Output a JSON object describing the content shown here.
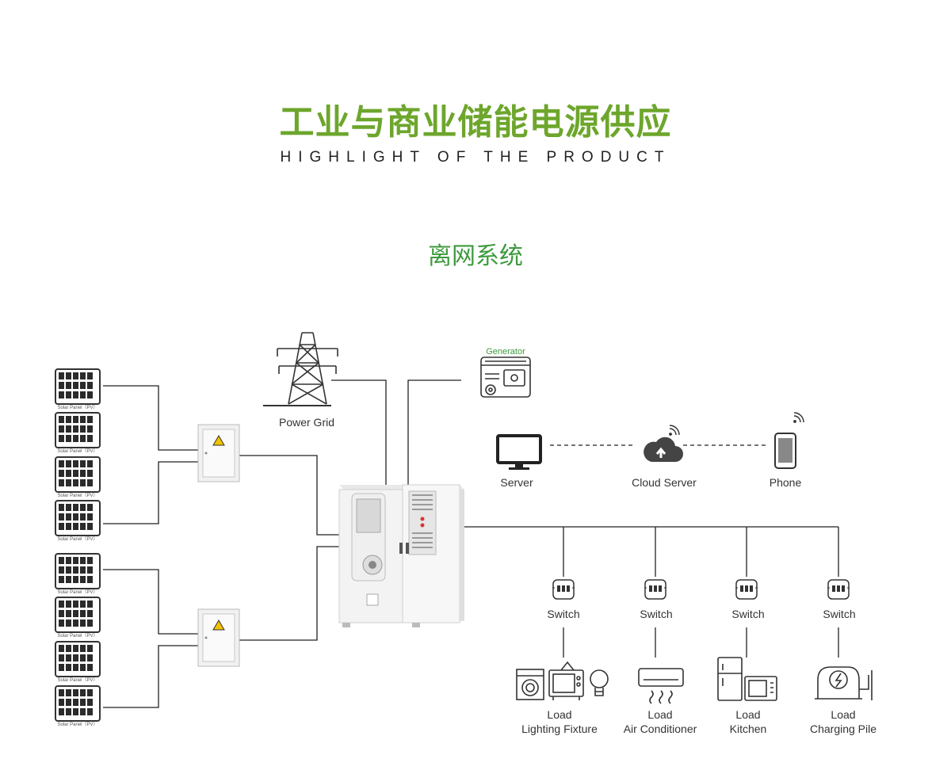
{
  "header": {
    "title": "工业与商业储能电源供应",
    "subtitle": "HIGHLIGHT OF THE PRODUCT",
    "section": "离网系统"
  },
  "diagram": {
    "solar_label": "Solar Panel（PV）",
    "power_grid": "Power Grid",
    "generator": "Generator",
    "server": "Server",
    "cloud_server": "Cloud Server",
    "phone": "Phone",
    "switch": "Switch",
    "load": "Load",
    "loads": [
      "Lighting Fixture",
      "Air Conditioner",
      "Kitchen",
      "Charging Pile"
    ]
  },
  "colors": {
    "title": "#6da62c",
    "section": "#3e9a3e",
    "generator": "#3e9a3e",
    "line": "#222222",
    "warning": "#f2c200"
  }
}
